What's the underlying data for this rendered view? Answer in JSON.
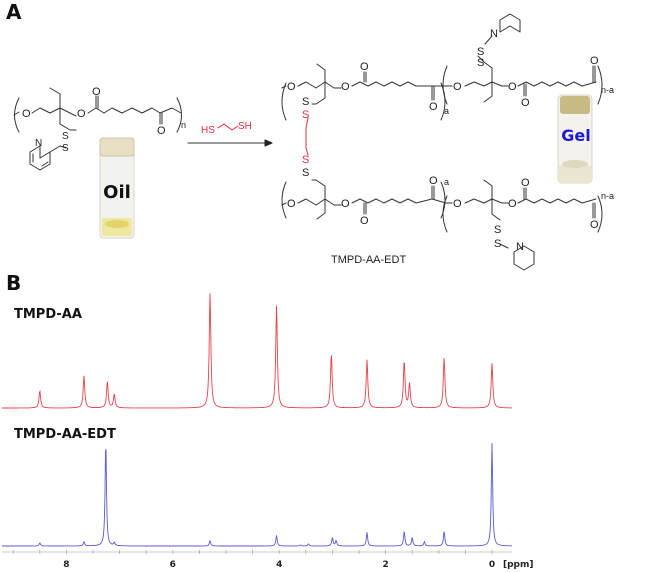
{
  "panels": {
    "a_label": "A",
    "b_label": "B"
  },
  "scheme": {
    "reagent": "HS–CH2CH2–SH",
    "reagent_left": "HS",
    "reagent_right": "SH",
    "start_subscript": "n",
    "start_vial_label": "Oil",
    "product_vial_label": "Gel",
    "product_name": "TMPD-AA-EDT",
    "subscript_a": "a",
    "subscript_na": "n-a",
    "atom_O": "O",
    "atom_S": "S",
    "atom_N": "N",
    "colors": {
      "linker": "#e0303a",
      "gel_text": "#1a1ad6",
      "bond": "#333333"
    }
  },
  "chart_data": {
    "type": "line",
    "title": "",
    "xlabel": "[ppm]",
    "ylabel": "",
    "x_ticks": [
      8,
      6,
      4,
      2,
      0
    ],
    "x_range": [
      9.2,
      -0.4
    ],
    "x_reversed": true,
    "grid": false,
    "series": [
      {
        "name": "TMPD-AA",
        "color": "#e8424c",
        "peaks_ppm": [
          8.5,
          7.67,
          7.23,
          7.1,
          5.3,
          4.05,
          3.02,
          2.35,
          1.65,
          1.55,
          0.9,
          0.0
        ],
        "relative_intensity": [
          0.15,
          0.28,
          0.23,
          0.12,
          1.0,
          0.89,
          0.47,
          0.42,
          0.41,
          0.21,
          0.44,
          0.39
        ]
      },
      {
        "name": "TMPD-AA-EDT",
        "color": "#5a5ad0",
        "peaks_ppm": [
          8.5,
          7.67,
          7.26,
          7.1,
          5.3,
          4.05,
          3.6,
          3.45,
          3.0,
          2.93,
          2.35,
          1.65,
          1.5,
          1.27,
          0.9,
          0.0
        ],
        "relative_intensity": [
          0.03,
          0.04,
          1.0,
          0.03,
          0.05,
          0.1,
          0.01,
          0.02,
          0.08,
          0.05,
          0.13,
          0.14,
          0.08,
          0.04,
          0.14,
          0.98
        ]
      }
    ]
  },
  "spectra": {
    "top_label": "TMPD-AA",
    "bottom_label": "TMPD-AA-EDT",
    "tick_labels": [
      "8",
      "6",
      "4",
      "2",
      "0"
    ],
    "unit": "[ppm]"
  }
}
